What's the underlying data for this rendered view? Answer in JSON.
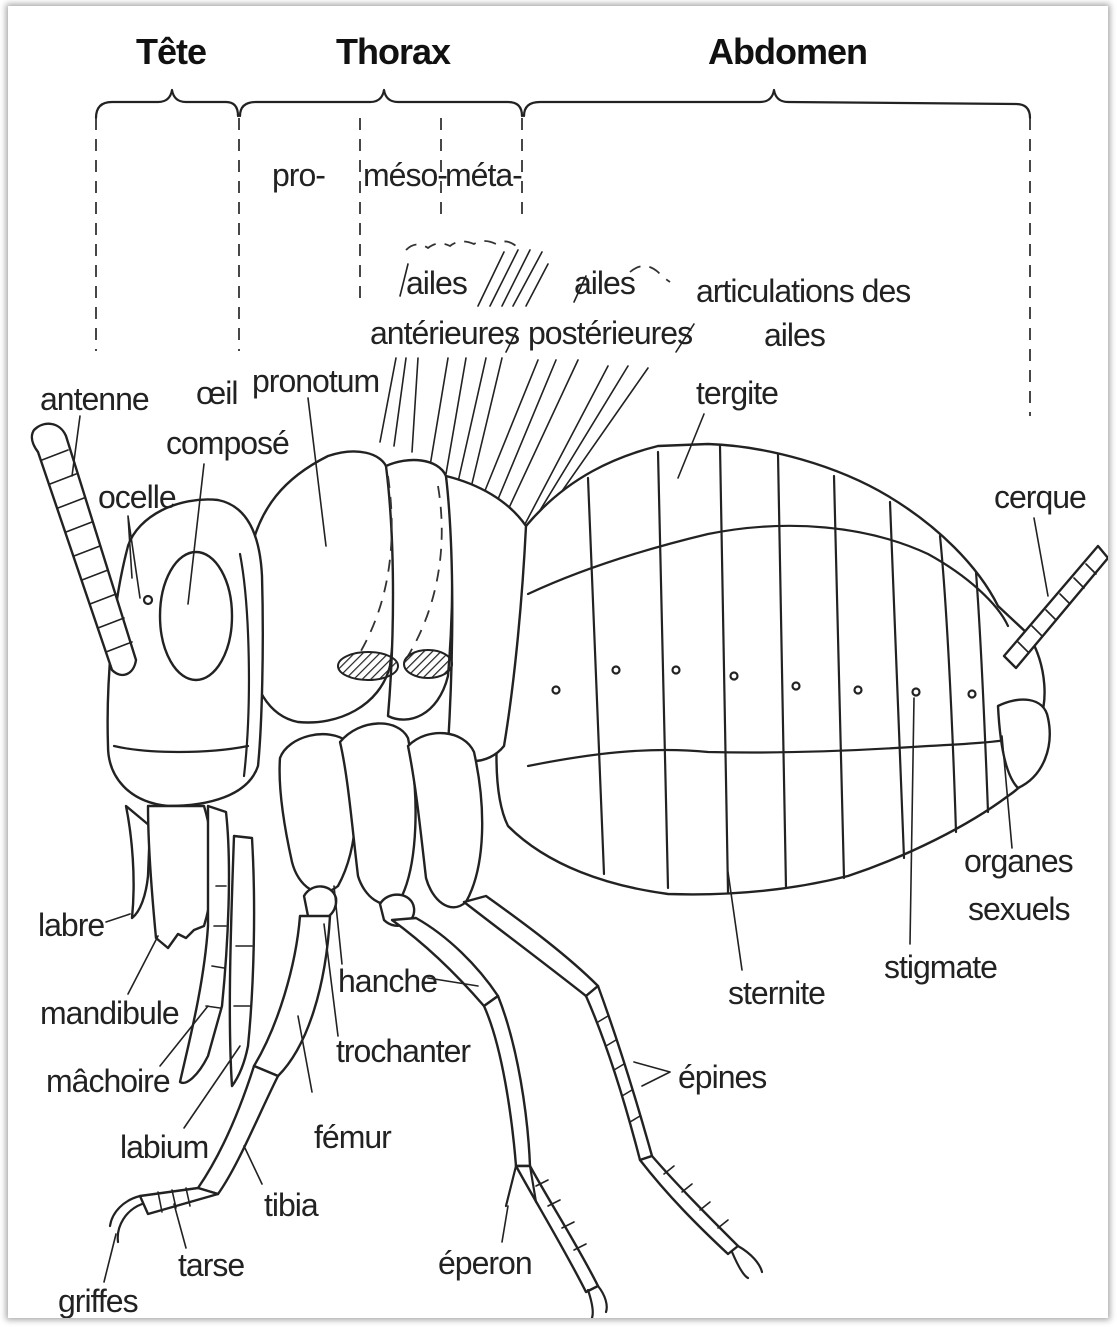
{
  "sections": {
    "tete": "Tête",
    "thorax": "Thorax",
    "abdomen": "Abdomen"
  },
  "thorax_parts": {
    "pro": "pro-",
    "meso": "méso-",
    "meta": "méta-"
  },
  "labels": {
    "ailes_ant_1": "ailes",
    "ailes_ant_2": "antérieures",
    "ailes_post_1": "ailes",
    "ailes_post_2": "postérieures",
    "articulations_1": "articulations des",
    "articulations_2": "ailes",
    "antenne": "antenne",
    "oeil_1": "œil",
    "oeil_2": "composé",
    "pronotum": "pronotum",
    "tergite": "tergite",
    "ocelle": "ocelle",
    "cerque": "cerque",
    "labre": "labre",
    "mandibule": "mandibule",
    "machoire": "mâchoire",
    "labium": "labium",
    "griffes": "griffes",
    "tarse": "tarse",
    "tibia": "tibia",
    "femur": "fémur",
    "trochanter": "trochanter",
    "hanche": "hanche",
    "eperon": "éperon",
    "epines": "épines",
    "sternite": "sternite",
    "stigmate": "stigmate",
    "organes_1": "organes",
    "organes_2": "sexuels"
  }
}
